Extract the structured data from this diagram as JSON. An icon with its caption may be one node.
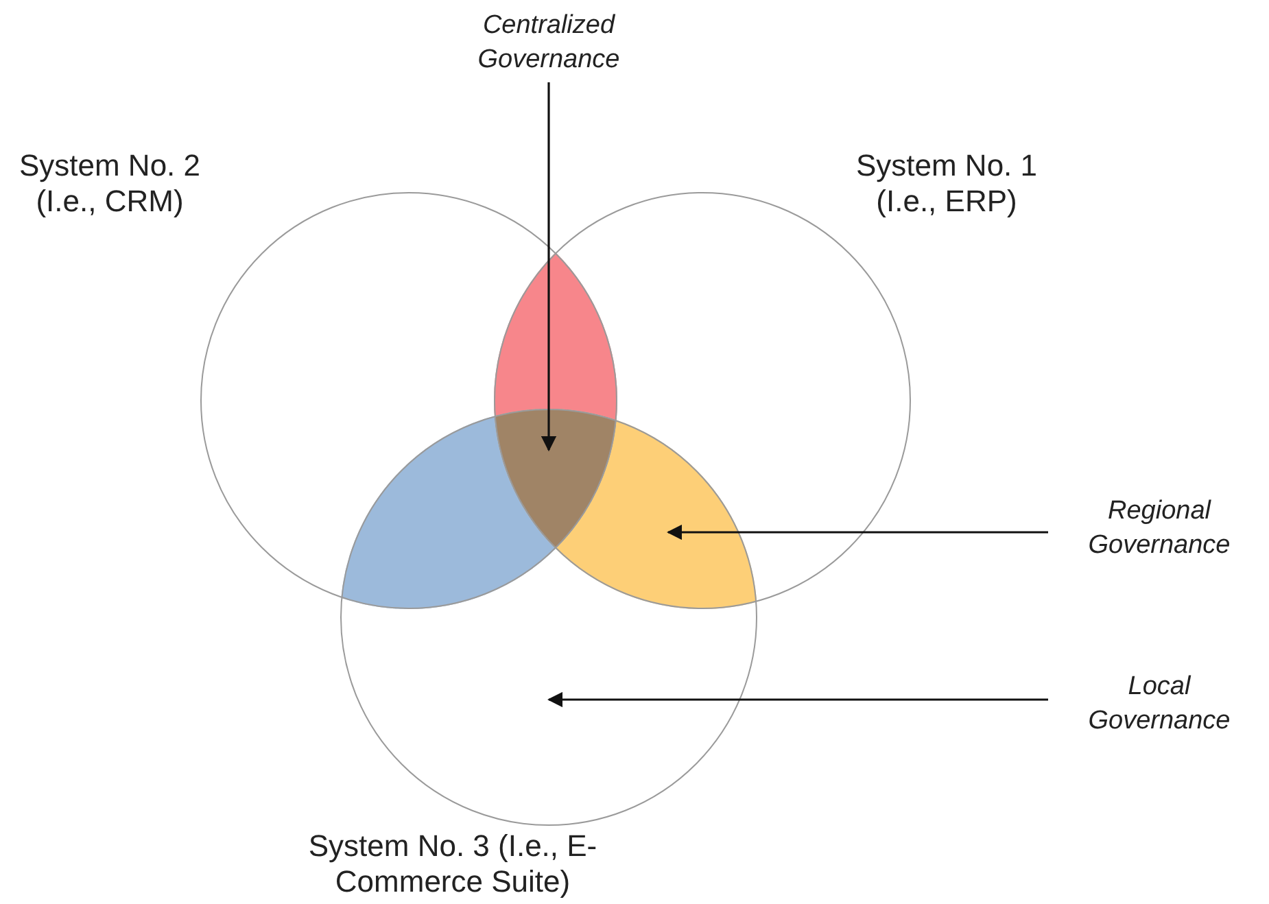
{
  "diagram": {
    "nodes": [
      {
        "text": [
          "System No. 2 (I.e., CRM)"
        ]
      },
      {
        "text": [
          "System No. 1 (I.e., ERP)"
        ]
      },
      {
        "text": [
          "System No. 3 (I.e., E-Commerce Suite)"
        ]
      },
      {
        "text": [
          "Centralized Governance"
        ]
      },
      {
        "text": [
          "Regional Governance"
        ]
      },
      {
        "text": [
          "Local Governance"
        ]
      },
      {
        "text": [],
        "shape": "lens"
      },
      {
        "text": [],
        "shape": "lens"
      },
      {
        "text": [],
        "shape": "lens"
      },
      {
        "text": [],
        "shape": "lens"
      }
    ],
    "edges": [
      {
        "from": 3,
        "to": 9,
        "arrow": "to"
      },
      {
        "from": 4,
        "to": 8,
        "arrow": "to"
      },
      {
        "from": 5,
        "to": 2,
        "arrow": "to"
      }
    ]
  }
}
